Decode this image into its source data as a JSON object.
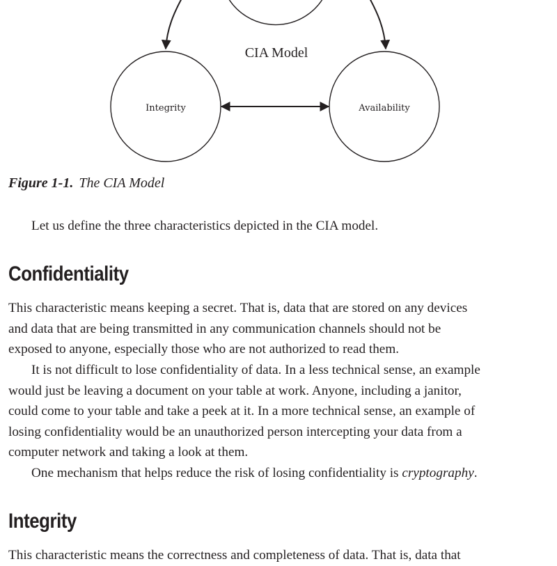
{
  "figure": {
    "model_title": "CIA Model",
    "nodes": {
      "integrity": "Integrity",
      "availability": "Availability"
    },
    "caption_number": "Figure 1-1.",
    "caption_title": "The CIA Model"
  },
  "intro": "Let us define the three characteristics depicted in the CIA model.",
  "sections": [
    {
      "heading": "Confidentiality",
      "para1_lines": [
        "This characteristic means keeping a secret. That is, data that are stored on any devices",
        "and data that are being transmitted in any communication channels should not be",
        "exposed to anyone, especially those who are not authorized to read them."
      ],
      "para2_lines": [
        "It is not difficult to lose confidentiality of data. In a less technical sense, an example",
        "would just be leaving a document on your table at work. Anyone, including a janitor,",
        "could come to your table and take a peek at it. In a more technical sense, an example of",
        "losing confidentiality would be an unauthorized person intercepting your data from a",
        "computer network and taking a look at them."
      ],
      "para3_text": "One mechanism that helps reduce the risk of losing confidentiality is ",
      "para3_emphasis": "cryptography",
      "para3_end": "."
    },
    {
      "heading": "Integrity",
      "para1_lines": [
        "This characteristic means the correctness and completeness of data. That is, data that"
      ]
    }
  ]
}
